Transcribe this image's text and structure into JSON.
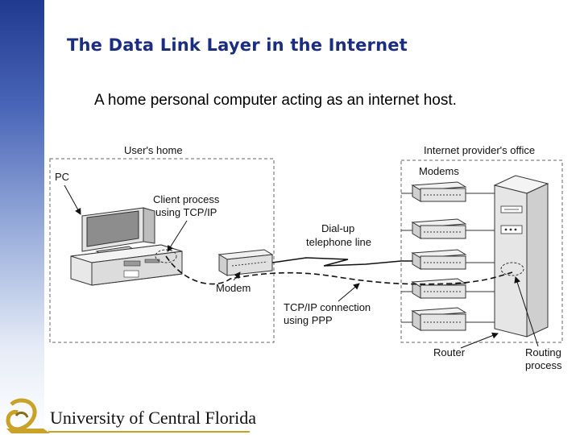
{
  "slide": {
    "title": "The Data Link Layer in the Internet",
    "subtitle": "A home personal computer acting as an internet host."
  },
  "diagram": {
    "users_home": "User's home",
    "provider_office": "Internet provider's office",
    "pc": "PC",
    "client_process_1": "Client process",
    "client_process_2": "using TCP/IP",
    "dialup_1": "Dial-up",
    "dialup_2": "telephone line",
    "modem": "Modem",
    "modems": "Modems",
    "tcpip_1": "TCP/IP connection",
    "tcpip_2": "using PPP",
    "router": "Router",
    "routing_1": "Routing",
    "routing_2": "process"
  },
  "footer": {
    "university": "University of Central Florida"
  },
  "colors": {
    "title": "#1a2d80",
    "sidebar_top": "#1f3a8f",
    "logo_gold": "#c9a227"
  }
}
